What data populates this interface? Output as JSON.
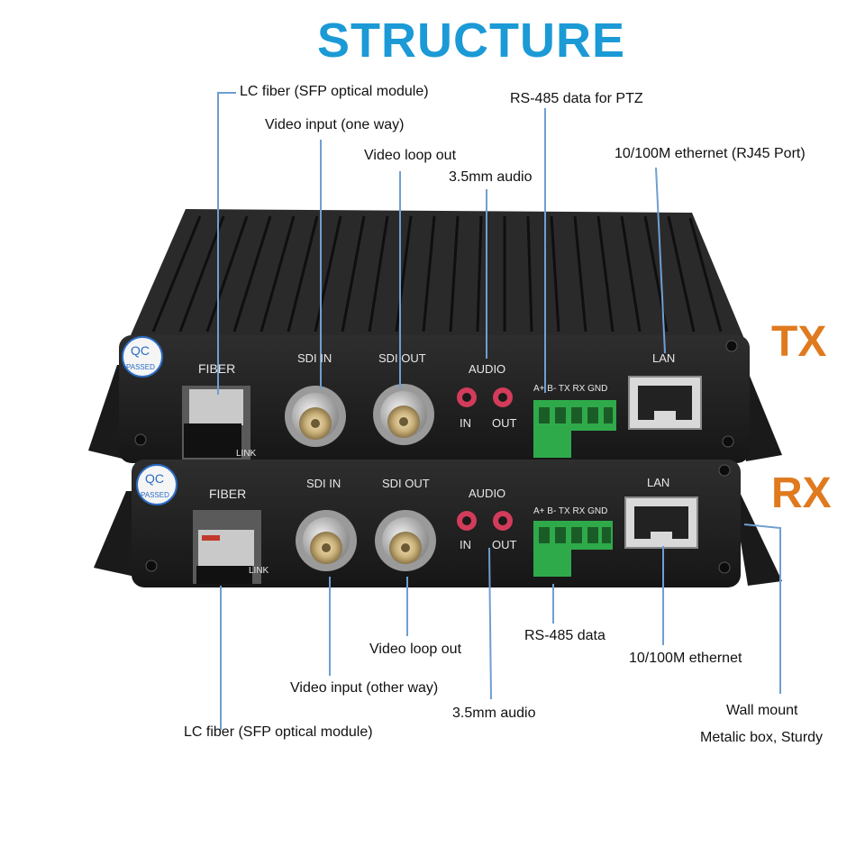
{
  "title": "STRUCTURE",
  "units": {
    "tx": "TX",
    "rx": "RX"
  },
  "callouts_top": {
    "lc_fiber": "LC fiber (SFP optical module)",
    "video_input": "Video input (one way)",
    "video_loop": "Video loop out",
    "audio": "3.5mm audio",
    "rs485": "RS-485 data for PTZ",
    "ethernet": "10/100M ethernet (RJ45 Port)"
  },
  "callouts_bottom": {
    "lc_fiber": "LC fiber (SFP optical module)",
    "video_input": "Video input (other way)",
    "video_loop": "Video loop out",
    "audio": "3.5mm audio",
    "rs485": "RS-485 data",
    "ethernet": "10/100M ethernet",
    "wall_mount": "Wall mount",
    "metal_box": "Metalic box, Sturdy"
  },
  "panel_labels": {
    "fiber": "FIBER",
    "sdi_in": "SDI IN",
    "sdi_out": "SDI OUT",
    "audio": "AUDIO",
    "audio_in": "IN",
    "audio_out": "OUT",
    "rs485_pins": "A+ B- TX RX GND",
    "lan": "LAN",
    "qc": "QC",
    "passed": "PASSED",
    "link": "LINK"
  },
  "colors": {
    "title": "#1b9ad6",
    "unit_tag": "#e07a1f",
    "leader_line": "#6f9fd0",
    "chassis": "#232323",
    "terminal_block": "#2faa4a",
    "audio_jack": "#d23c5a"
  }
}
